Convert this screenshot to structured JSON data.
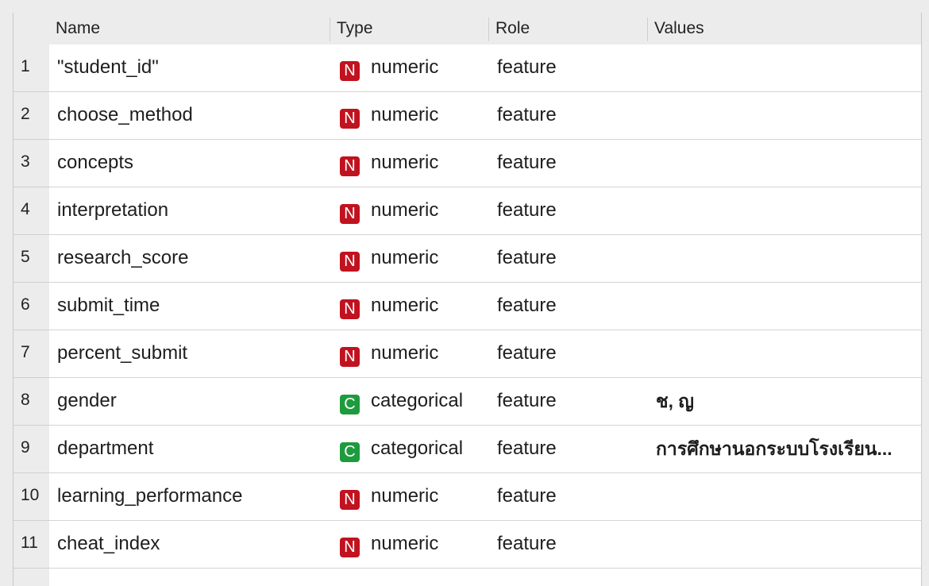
{
  "table": {
    "headers": {
      "name": "Name",
      "type": "Type",
      "role": "Role",
      "values": "Values"
    },
    "rows": [
      {
        "index": "1",
        "name": "\"student_id\"",
        "type_badge": "N",
        "type": "numeric",
        "role": "feature",
        "values": ""
      },
      {
        "index": "2",
        "name": "choose_method",
        "type_badge": "N",
        "type": "numeric",
        "role": "feature",
        "values": ""
      },
      {
        "index": "3",
        "name": "concepts",
        "type_badge": "N",
        "type": "numeric",
        "role": "feature",
        "values": ""
      },
      {
        "index": "4",
        "name": "interpretation",
        "type_badge": "N",
        "type": "numeric",
        "role": "feature",
        "values": ""
      },
      {
        "index": "5",
        "name": "research_score",
        "type_badge": "N",
        "type": "numeric",
        "role": "feature",
        "values": ""
      },
      {
        "index": "6",
        "name": "submit_time",
        "type_badge": "N",
        "type": "numeric",
        "role": "feature",
        "values": ""
      },
      {
        "index": "7",
        "name": "percent_submit",
        "type_badge": "N",
        "type": "numeric",
        "role": "feature",
        "values": ""
      },
      {
        "index": "8",
        "name": "gender",
        "type_badge": "C",
        "type": "categorical",
        "role": "feature",
        "values": "ช, ญ"
      },
      {
        "index": "9",
        "name": "department",
        "type_badge": "C",
        "type": "categorical",
        "role": "feature",
        "values": "การศึกษานอกระบบโรงเรียน..."
      },
      {
        "index": "10",
        "name": "learning_performance",
        "type_badge": "N",
        "type": "numeric",
        "role": "feature",
        "values": ""
      },
      {
        "index": "11",
        "name": "cheat_index",
        "type_badge": "N",
        "type": "numeric",
        "role": "feature",
        "values": ""
      }
    ]
  },
  "colors": {
    "numeric_badge": "#c1121f",
    "categorical_badge": "#1e9b3e"
  }
}
